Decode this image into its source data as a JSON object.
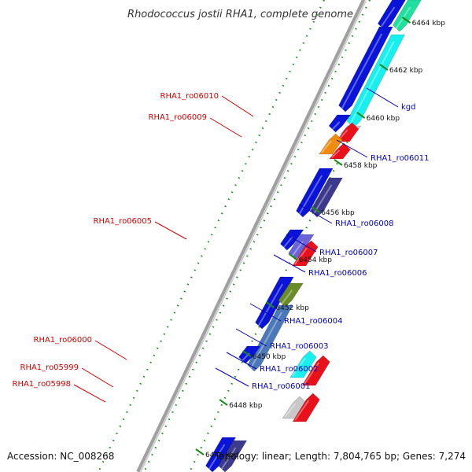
{
  "map": {
    "title": "Rhodococcus jostii RHA1, complete genome",
    "accession_label": "Accession: NC_008268",
    "summary_label": "Topology: linear; Length: 7,804,765 bp; Genes: 7,274",
    "ticks": [
      {
        "label": "6464 kbp"
      },
      {
        "label": "6462 kbp"
      },
      {
        "label": "6460 kbp"
      },
      {
        "label": "6458 kbp"
      },
      {
        "label": "6456 kbp"
      },
      {
        "label": "6454 kbp"
      },
      {
        "label": "6452 kbp"
      },
      {
        "label": "6450 kbp"
      },
      {
        "label": "6448 kbp"
      },
      {
        "label": "6446 kbp"
      }
    ],
    "left_labels": [
      {
        "text": "RHA1_ro06010"
      },
      {
        "text": "RHA1_ro06009"
      },
      {
        "text": "RHA1_ro06005"
      },
      {
        "text": "RHA1_ro06000"
      },
      {
        "text": "RHA1_ro05999"
      },
      {
        "text": "RHA1_ro05998"
      }
    ],
    "right_labels": [
      {
        "text": "kgd"
      },
      {
        "text": "RHA1_ro06011"
      },
      {
        "text": "RHA1_ro06008"
      },
      {
        "text": "RHA1_ro06007"
      },
      {
        "text": "RHA1_ro06006"
      },
      {
        "text": "RHA1_ro06004"
      },
      {
        "text": "RHA1_ro06003"
      },
      {
        "text": "RHA1_ro06002"
      },
      {
        "text": "RHA1_ro06001"
      }
    ],
    "colors": {
      "backbone": "#8a8a8a",
      "left_label": "#d40000",
      "right_label": "#0000b8",
      "ruler": "#1a8a1a",
      "blue": "#0a14d8",
      "dark_blue": "#3c3a8c",
      "lavender": "#6a64d8",
      "red": "#e8101a",
      "orange": "#f08c10",
      "cyan": "#18f0f0",
      "teal": "#20e0a0",
      "olive": "#6a8c28",
      "steel": "#4a78b8",
      "gray": "#c8c8c8"
    }
  }
}
